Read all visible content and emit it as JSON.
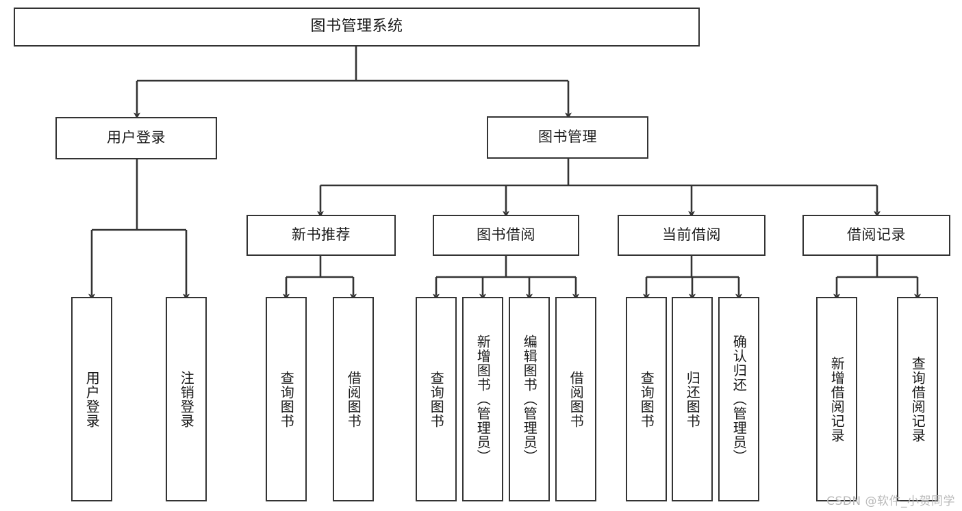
{
  "diagram": {
    "title": "图书管理系统",
    "watermark": "CSDN @软件_小贺同学",
    "colors": {
      "background": "#ffffff",
      "box_border": "#333333",
      "box_fill": "#ffffff",
      "edge": "#333333",
      "text": "#1a1a1a",
      "watermark": "#b9b9b9"
    },
    "root": {
      "label": "图书管理系统"
    },
    "level2": [
      {
        "label": "用户登录"
      },
      {
        "label": "图书管理"
      }
    ],
    "level3": [
      {
        "label": "新书推荐"
      },
      {
        "label": "图书借阅"
      },
      {
        "label": "当前借阅"
      },
      {
        "label": "借阅记录"
      }
    ],
    "leaves": {
      "user_login": [
        {
          "label": "用户登录"
        },
        {
          "label": "注销登录"
        }
      ],
      "new_book_recommend": [
        {
          "label": "查询图书"
        },
        {
          "label": "借阅图书"
        }
      ],
      "book_borrow": [
        {
          "label": "查询图书"
        },
        {
          "label": "新增图书（管理员）"
        },
        {
          "label": "编辑图书（管理员）"
        },
        {
          "label": "借阅图书"
        }
      ],
      "current_borrow": [
        {
          "label": "查询图书"
        },
        {
          "label": "归还图书"
        },
        {
          "label": "确认归还（管理员）"
        }
      ],
      "borrow_record": [
        {
          "label": "新增借阅记录"
        },
        {
          "label": "查询借阅记录"
        }
      ]
    }
  }
}
